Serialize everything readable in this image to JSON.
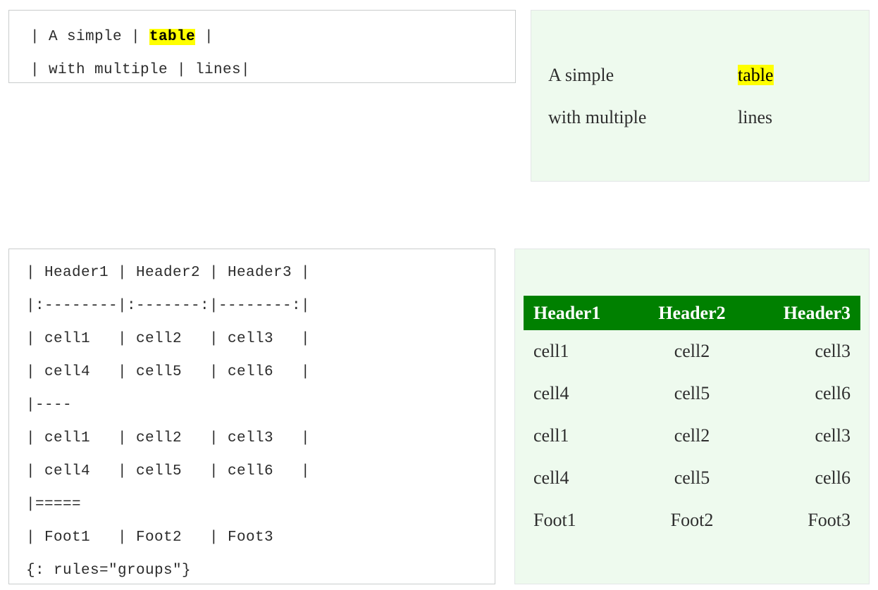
{
  "panels": {
    "simple_source": {
      "title": "simple table markdown source",
      "lines": [
        {
          "segments": [
            {
              "text": "| A simple | ",
              "style": "plain"
            },
            {
              "text": "table",
              "style": "highlight"
            },
            {
              "text": " |",
              "style": "plain"
            }
          ]
        },
        {
          "segments": [
            {
              "text": "| with multiple | lines|",
              "style": "plain"
            }
          ]
        }
      ]
    },
    "simple_rendered": {
      "title": "simple table rendered output",
      "rows": [
        [
          {
            "text": "A simple",
            "style": "plain"
          },
          {
            "text": "table",
            "style": "highlight"
          }
        ],
        [
          {
            "text": "with multiple",
            "style": "plain"
          },
          {
            "text": "lines",
            "style": "plain"
          }
        ]
      ]
    },
    "grouped_source": {
      "title": "grouped table markdown source",
      "lines": [
        "| Header1 | Header2 | Header3 |",
        "|:--------|:-------:|--------:|",
        "| cell1   | cell2   | cell3   |",
        "| cell4   | cell5   | cell6   |",
        "|----",
        "| cell1   | cell2   | cell3   |",
        "| cell4   | cell5   | cell6   |",
        "|=====",
        "| Foot1   | Foot2   | Foot3",
        "{: rules=\"groups\"}"
      ]
    },
    "grouped_rendered": {
      "title": "grouped table rendered output",
      "headers": [
        "Header1",
        "Header2",
        "Header3"
      ],
      "alignments": [
        "left",
        "center",
        "right"
      ],
      "body_rows": [
        [
          "cell1",
          "cell2",
          "cell3"
        ],
        [
          "cell4",
          "cell5",
          "cell6"
        ],
        [
          "cell1",
          "cell2",
          "cell3"
        ],
        [
          "cell4",
          "cell5",
          "cell6"
        ]
      ],
      "footer_row": [
        "Foot1",
        "Foot2",
        "Foot3"
      ]
    }
  },
  "colors": {
    "code_panel_background": "#ffffff",
    "code_panel_border": "#c9cccc",
    "render_panel_background": "#eefaee",
    "render_panel_border": "#e2e6e6",
    "header_row_background": "#008000",
    "header_row_text": "#ffffff",
    "highlight_background": "#ffff00",
    "highlight_text": "#000000",
    "body_text": "#2e2e2e",
    "code_text": "#2b2b2b"
  }
}
